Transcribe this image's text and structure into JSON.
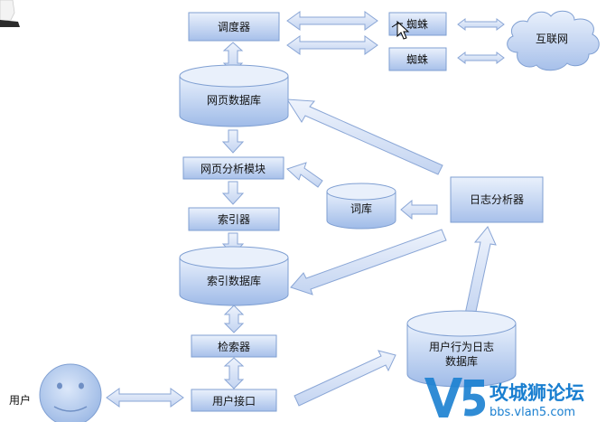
{
  "diagram": {
    "nodes": {
      "scheduler": "调度器",
      "spider1": "蜘蛛",
      "spider2": "蜘蛛",
      "internet": "互联网",
      "webpage_db": "网页数据库",
      "webpage_analysis": "网页分析模块",
      "lexicon": "词库",
      "log_analyzer": "日志分析器",
      "indexer": "索引器",
      "index_db": "索引数据库",
      "retriever": "检索器",
      "user_interface": "用户接口",
      "user": "用户",
      "behavior_db_line1": "用户行为日志",
      "behavior_db_line2": "数据库"
    }
  },
  "watermark": {
    "logo_text": "V5",
    "title": "攻城狮论坛",
    "url": "bbs.vlan5.com"
  },
  "colors": {
    "box_top": "#e6eefb",
    "box_bottom": "#a9c2ea",
    "box_border": "#7f9fd2",
    "arrow_fill": "#d4e1f6",
    "arrow_stroke": "#8aa6d6",
    "watermark": "#1a7fd0"
  }
}
